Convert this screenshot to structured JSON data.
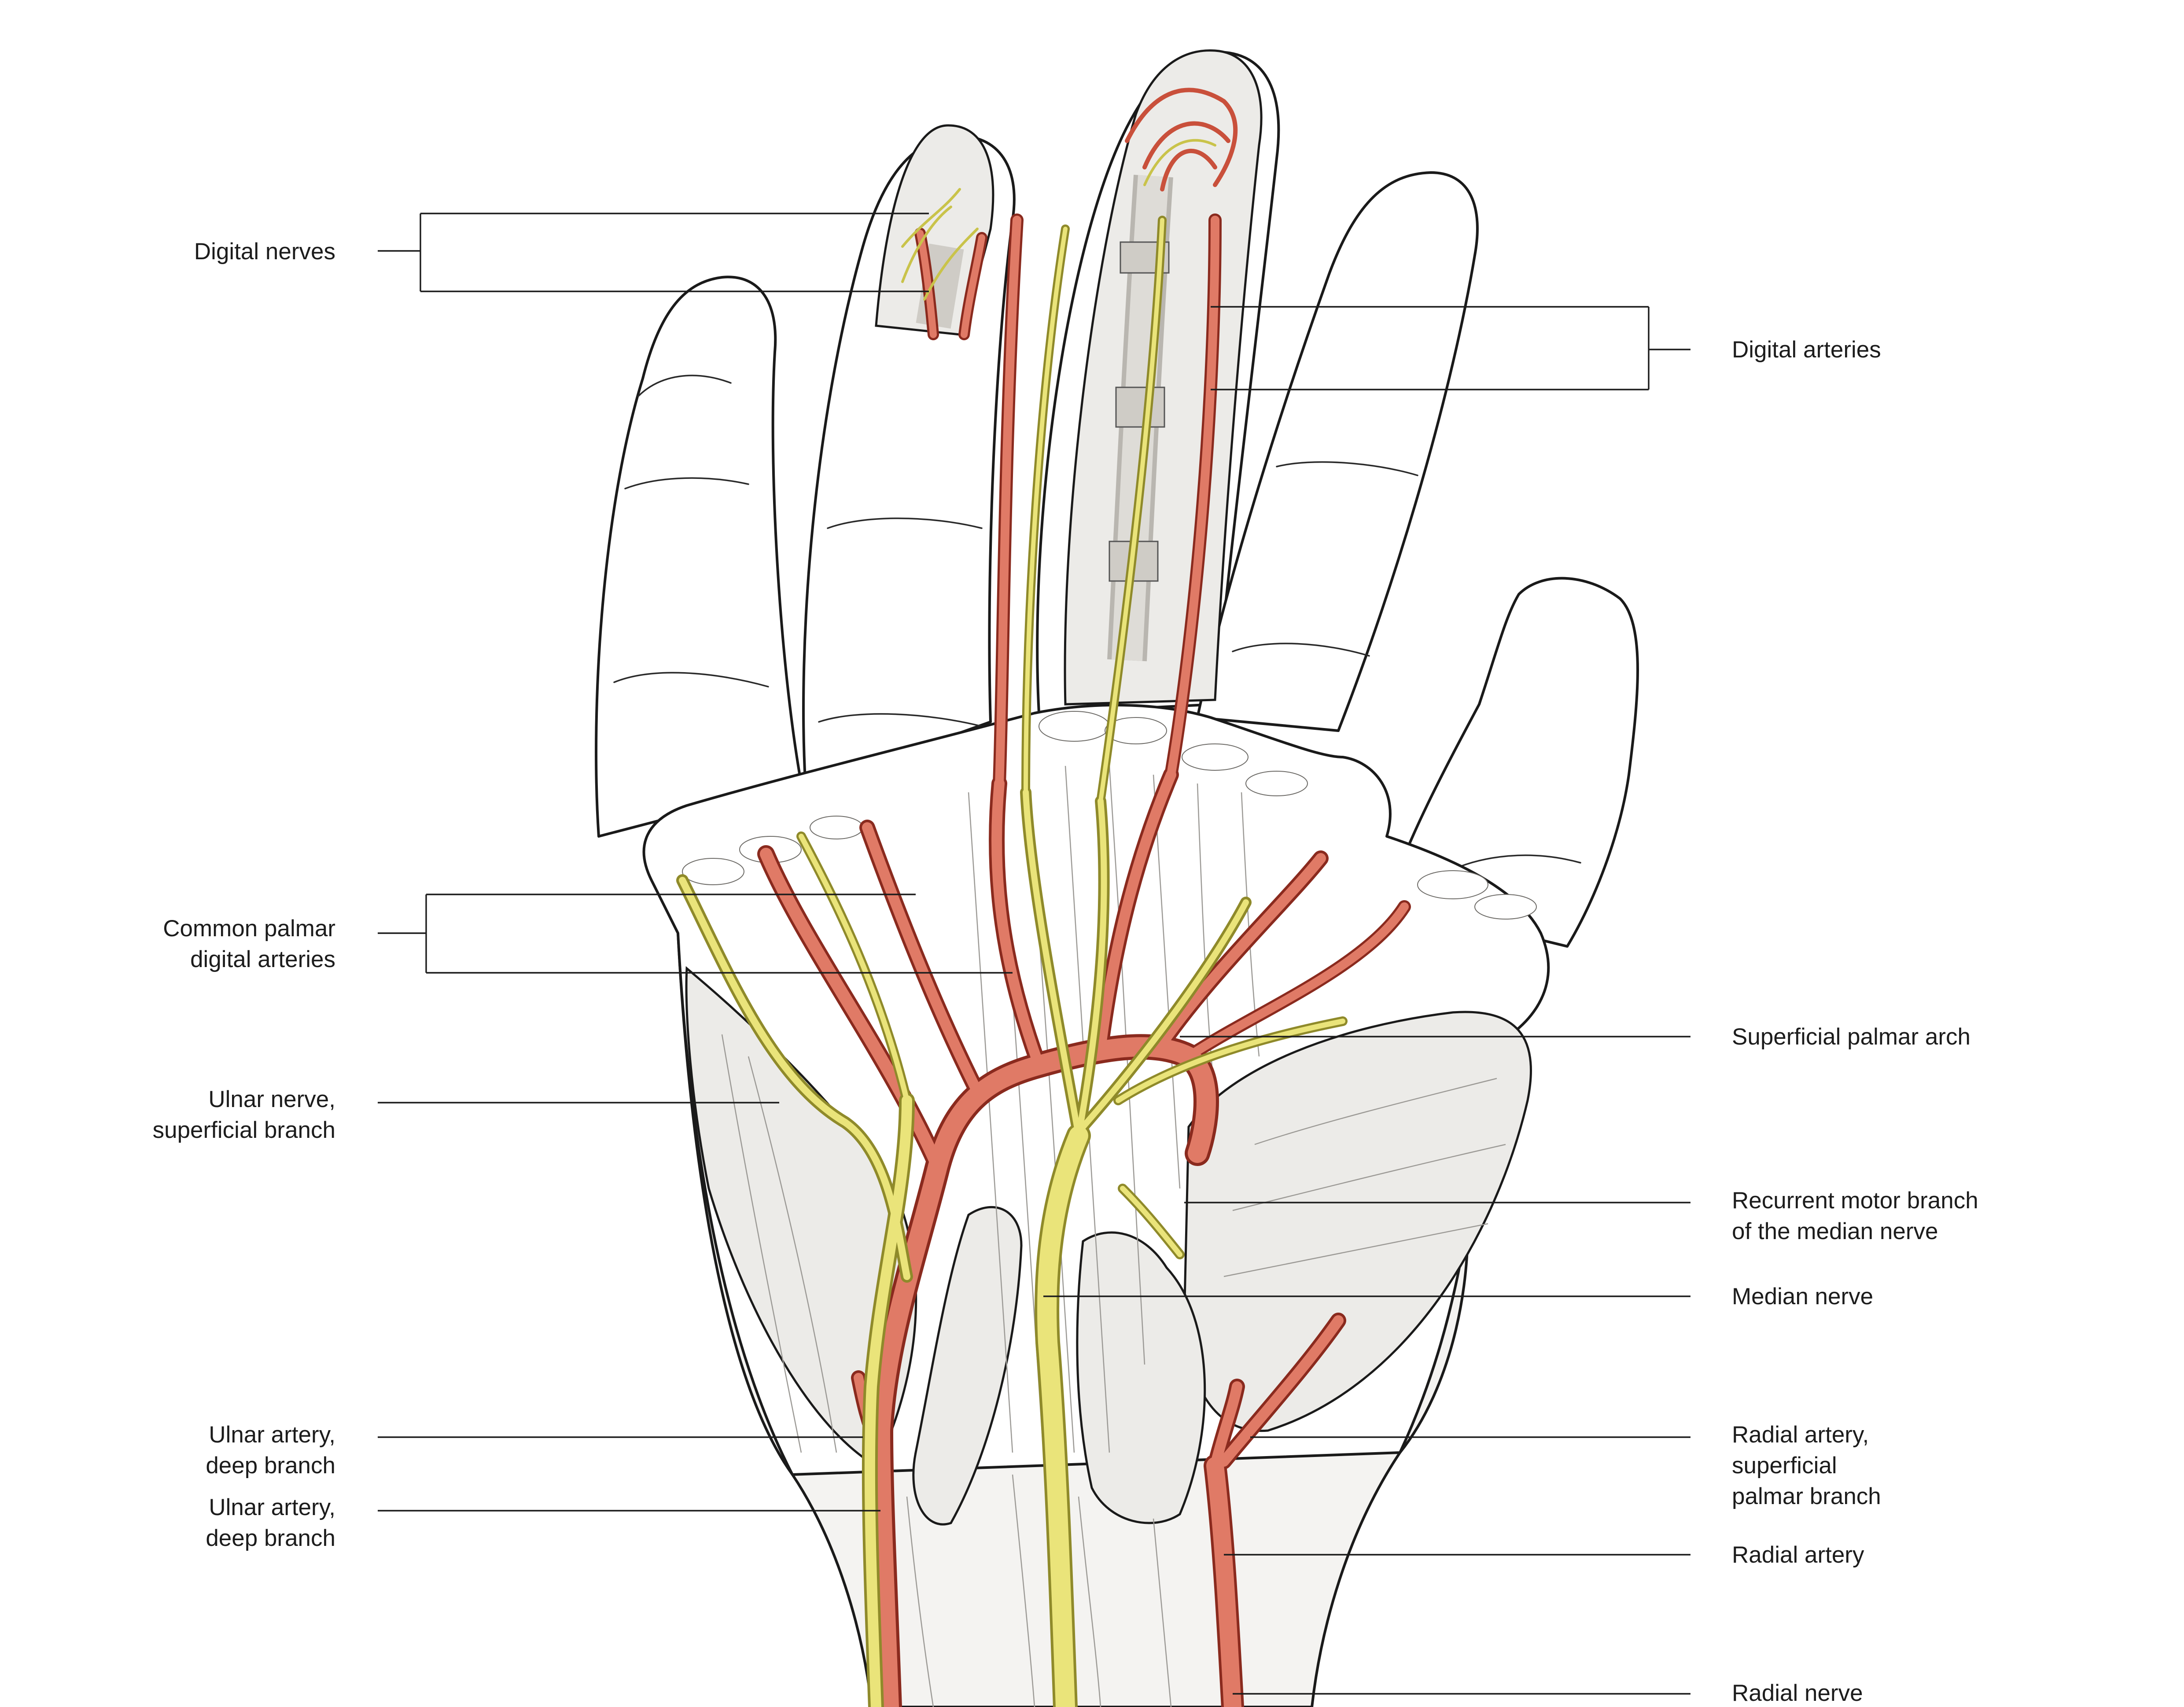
{
  "labels": {
    "digital_nerves": "Digital nerves",
    "digital_arteries": "Digital arteries",
    "common_palmar_1": "Common palmar",
    "common_palmar_2": "digital arteries",
    "superficial_palmar_arch": "Superficial palmar arch",
    "ulnar_nerve_1": "Ulnar nerve,",
    "ulnar_nerve_2": "superficial branch",
    "recurrent_motor_1": "Recurrent motor branch",
    "recurrent_motor_2": "of the median nerve",
    "median_nerve": "Median nerve",
    "ulnar_artery_a_1": "Ulnar artery,",
    "ulnar_artery_a_2": "deep branch",
    "ulnar_artery_b_1": "Ulnar artery,",
    "ulnar_artery_b_2": "deep branch",
    "radial_superficial_1": "Radial artery,",
    "radial_superficial_2": "superficial",
    "radial_superficial_3": "palmar branch",
    "radial_artery": "Radial artery",
    "radial_nerve": "Radial nerve"
  },
  "colors": {
    "artery": "#e07a66",
    "artery_outline": "#8a2a1e",
    "nerve": "#eae47a",
    "nerve_outline": "#8f8a2a",
    "skin": "#ffffff",
    "muscle": "#ecebe8",
    "line": "#1a1a1a"
  }
}
